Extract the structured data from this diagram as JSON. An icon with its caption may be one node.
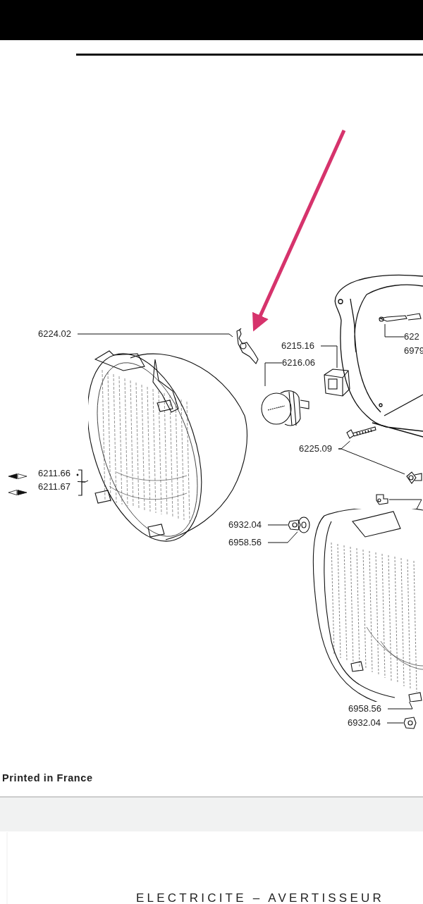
{
  "diagram": {
    "nodes": [
      {
        "text": [
          "6224.02"
        ]
      },
      {
        "text": [],
        "shape": "picture"
      },
      {
        "text": [],
        "shape": "picture"
      },
      {
        "text": [
          "6215.16"
        ]
      },
      {
        "text": [
          "6216.06"
        ]
      },
      {
        "text": [],
        "shape": "picture"
      },
      {
        "text": [],
        "shape": "box"
      },
      {
        "text": [
          "622"
        ]
      },
      {
        "text": [],
        "shape": "bar"
      },
      {
        "text": [
          "6225.09"
        ]
      },
      {
        "text": [],
        "shape": "picture"
      },
      {
        "text": [],
        "shape": "bar"
      },
      {
        "text": [
          "6211.66",
          "6211.67"
        ]
      },
      {
        "text": [],
        "shape": "picture"
      },
      {
        "text": [
          "6932.04"
        ]
      },
      {
        "text": [],
        "shape": "picture"
      },
      {
        "text": [
          "6958.56"
        ]
      },
      {
        "text": [],
        "shape": "picture"
      },
      {
        "text": [
          "6958.56"
        ]
      },
      {
        "text": [
          "6932.04"
        ]
      },
      {
        "text": [],
        "shape": "picture"
      },
      {
        "text": [],
        "shape": "picture"
      },
      {
        "text": [],
        "shape": "bar"
      }
    ],
    "edges": [
      {
        "from": 0,
        "to": 1,
        "arrow": "none"
      },
      {
        "from": null,
        "to": 1,
        "arrow": "to",
        "style": "thick",
        "color": "#d6336c"
      },
      {
        "from": 3,
        "to": 6,
        "arrow": "none"
      },
      {
        "from": 4,
        "to": 5,
        "arrow": "none"
      },
      {
        "from": 9,
        "to": 10,
        "arrow": "none"
      },
      {
        "from": 9,
        "to": 11,
        "arrow": "none"
      },
      {
        "from": 14,
        "to": 15,
        "arrow": "none"
      },
      {
        "from": 16,
        "to": 17,
        "arrow": "none"
      },
      {
        "from": 7,
        "to": 8,
        "arrow": "none"
      },
      {
        "from": 18,
        "to": 21,
        "arrow": "none"
      },
      {
        "from": 19,
        "to": 20,
        "arrow": "none"
      },
      {
        "from": 12,
        "to": 2,
        "arrow": "none"
      },
      {
        "from": 13,
        "to": 21,
        "arrow": "none"
      }
    ],
    "labels": [
      "6979",
      "Printed in France",
      "ELECTRICITE – AVERTISSEUR"
    ]
  }
}
